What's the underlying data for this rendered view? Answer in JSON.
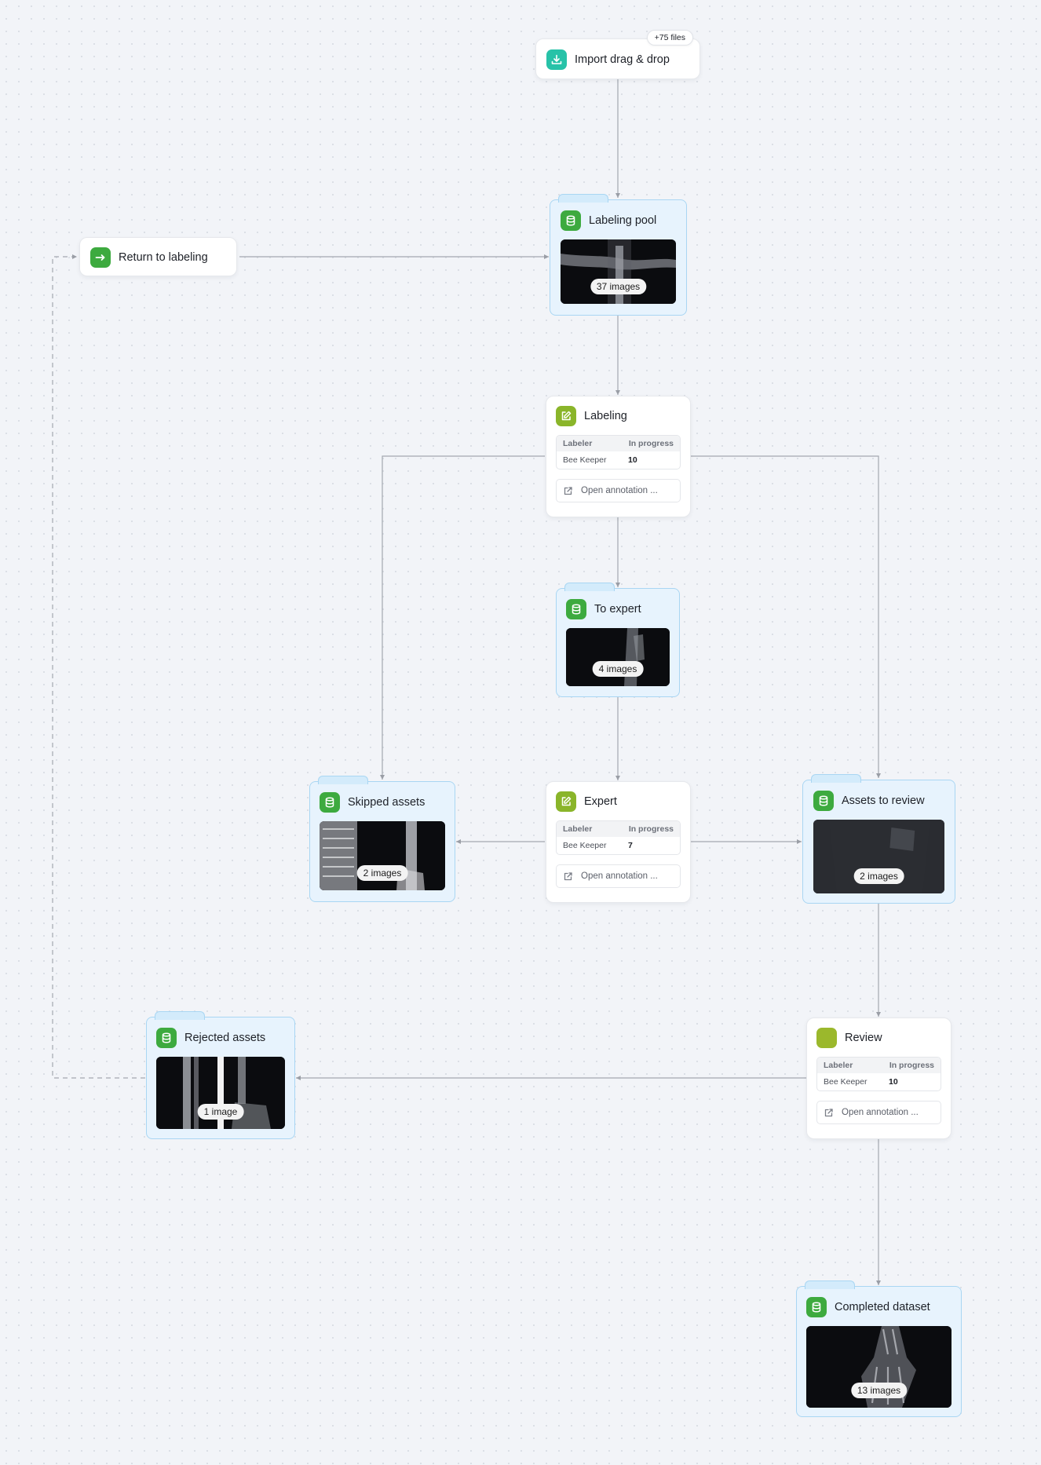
{
  "import": {
    "title": "Import drag & drop",
    "badge": "+75 files"
  },
  "return_to_labeling": {
    "title": "Return to labeling"
  },
  "labeling_pool": {
    "title": "Labeling pool",
    "count": "37 images"
  },
  "labeling": {
    "title": "Labeling",
    "col_labeler": "Labeler",
    "col_progress": "In progress",
    "labeler": "Bee Keeper",
    "progress": "10",
    "open": "Open annotation ..."
  },
  "to_expert": {
    "title": "To expert",
    "count": "4 images"
  },
  "skipped": {
    "title": "Skipped assets",
    "count": "2 images"
  },
  "expert": {
    "title": "Expert",
    "col_labeler": "Labeler",
    "col_progress": "In progress",
    "labeler": "Bee Keeper",
    "progress": "7",
    "open": "Open annotation ..."
  },
  "assets_to_review": {
    "title": "Assets to review",
    "count": "2 images"
  },
  "rejected": {
    "title": "Rejected assets",
    "count": "1 image"
  },
  "review": {
    "title": "Review",
    "col_labeler": "Labeler",
    "col_progress": "In progress",
    "labeler": "Bee Keeper",
    "progress": "10",
    "open": "Open annotation ..."
  },
  "completed": {
    "title": "Completed dataset",
    "count": "13 images"
  },
  "colors": {
    "dataset_bg": "#e7f3fd",
    "dataset_border": "#a9d6f3",
    "stage_icon": "#8ab52a",
    "dataset_icon": "#3daa3f",
    "import_icon": "#27c2a8",
    "edge": "#9a9ea6"
  }
}
